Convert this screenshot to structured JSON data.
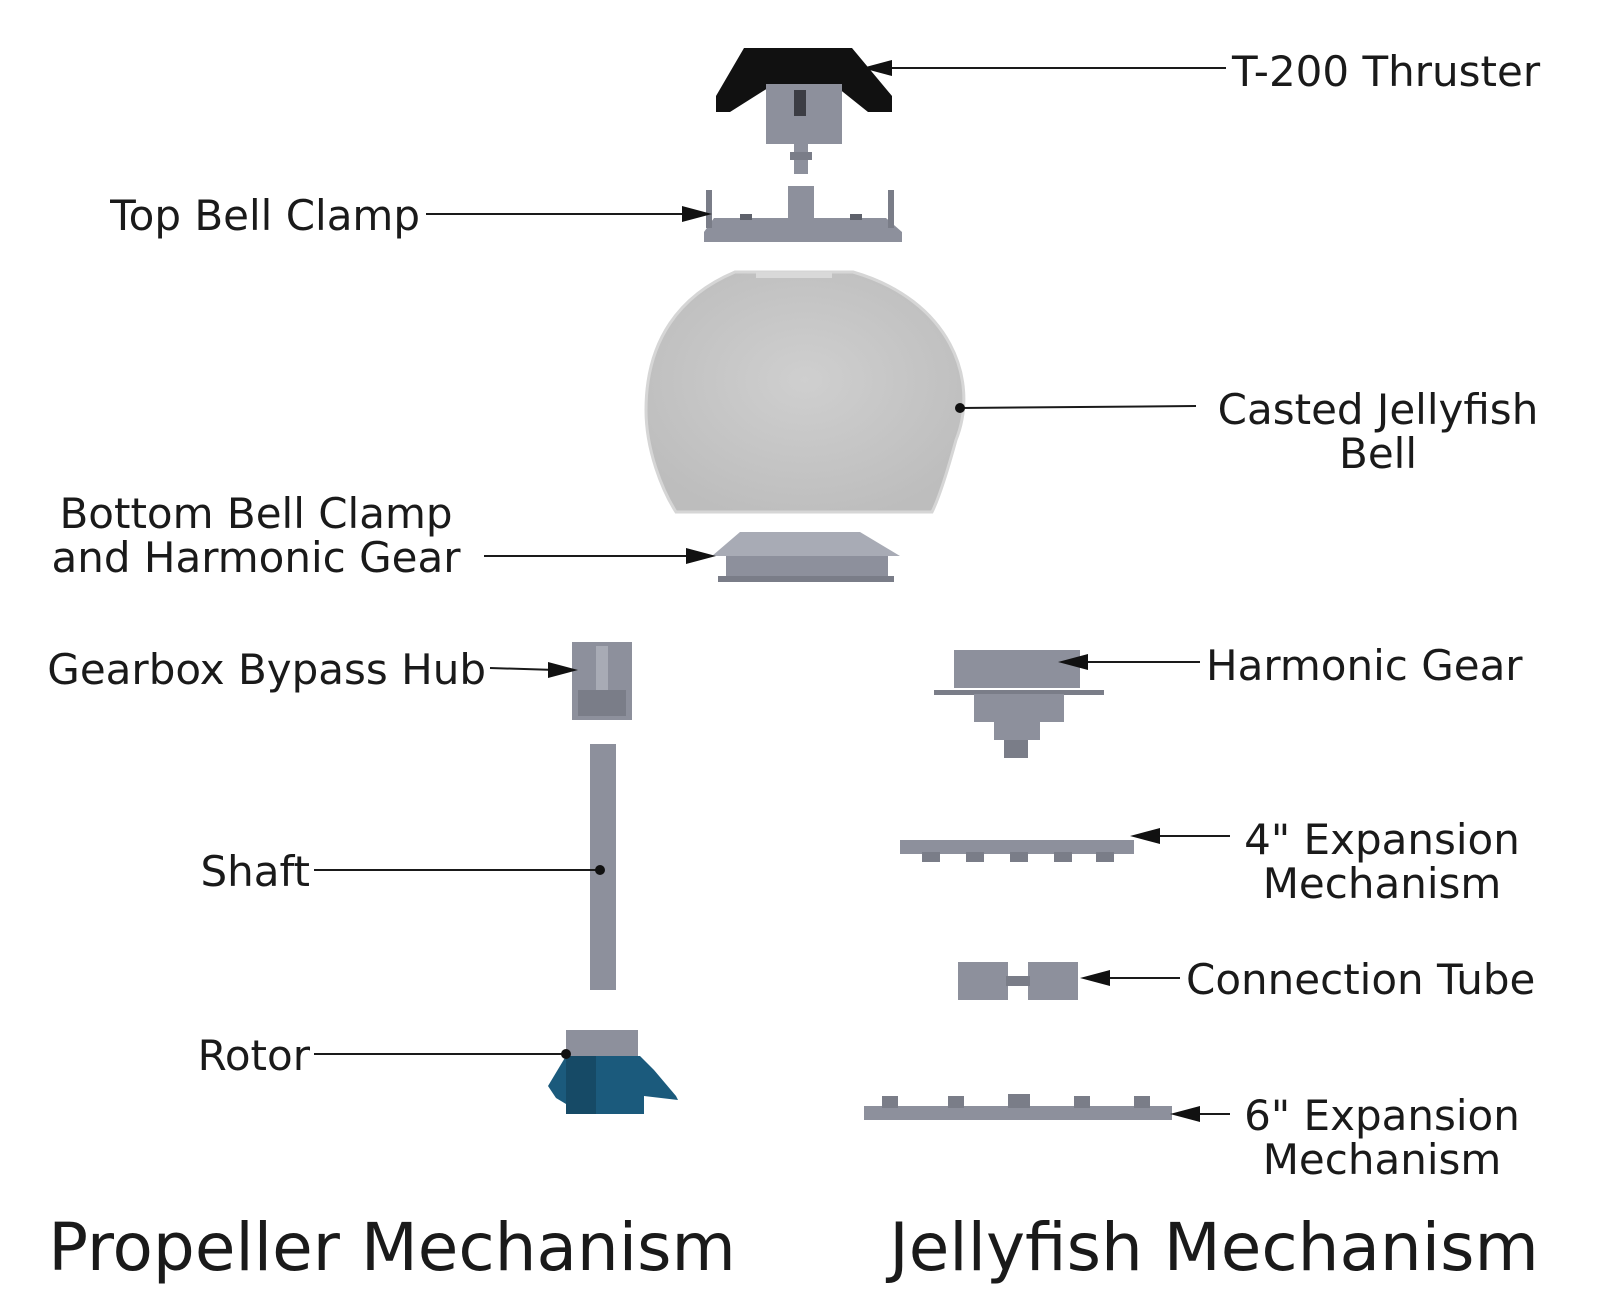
{
  "labels": {
    "t200_thruster": "T-200 Thruster",
    "top_bell_clamp": "Top Bell Clamp",
    "casted_bell_line1": "Casted Jellyfish",
    "casted_bell_line2": "Bell",
    "bottom_clamp_line1": "Bottom Bell Clamp",
    "bottom_clamp_line2": "and Harmonic Gear",
    "gearbox_bypass_hub": "Gearbox Bypass Hub",
    "harmonic_gear": "Harmonic Gear",
    "shaft": "Shaft",
    "expansion4_line1": "4\" Expansion",
    "expansion4_line2": "Mechanism",
    "connection_tube": "Connection Tube",
    "rotor": "Rotor",
    "expansion6_line1": "6\" Expansion",
    "expansion6_line2": "Mechanism"
  },
  "sections": {
    "propeller": "Propeller Mechanism",
    "jellyfish": "Jellyfish Mechanism"
  },
  "colors": {
    "part_gray": "#8d909c",
    "bell_gray": "#c4c4c4",
    "thruster_black": "#111111",
    "rotor_teal": "#1b5a7c"
  }
}
